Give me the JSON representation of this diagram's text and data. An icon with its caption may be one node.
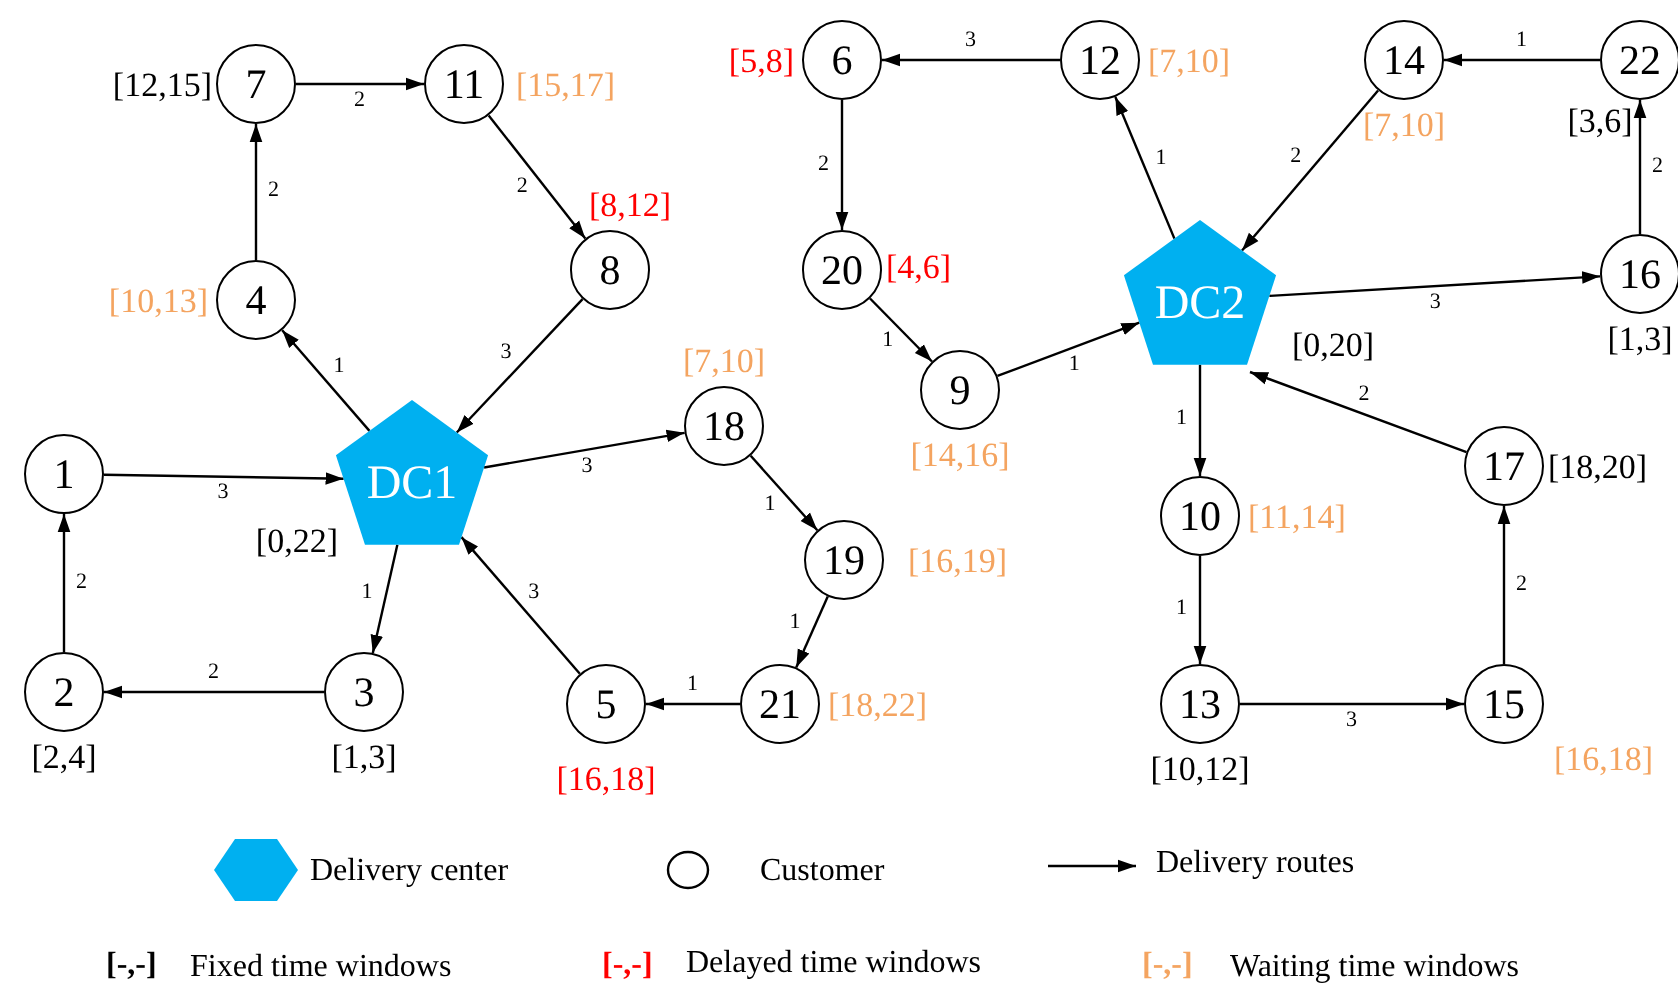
{
  "diagram": {
    "nodes": [
      {
        "text": [
          "1"
        ]
      },
      {
        "text": [
          "2"
        ],
        "beside": [
          "[2,4]"
        ]
      },
      {
        "text": [
          "3"
        ],
        "beside": [
          "[1,3]"
        ]
      },
      {
        "text": [
          "4"
        ],
        "beside": [
          "[10,13]"
        ]
      },
      {
        "text": [
          "5"
        ],
        "beside": [
          "[16,18]"
        ]
      },
      {
        "text": [
          "6"
        ],
        "beside": [
          "[5,8]"
        ]
      },
      {
        "text": [
          "7"
        ],
        "beside": [
          "[12,15]"
        ]
      },
      {
        "text": [
          "8"
        ],
        "beside": [
          "[8,12]"
        ]
      },
      {
        "text": [
          "9"
        ],
        "beside": [
          "[14,16]"
        ]
      },
      {
        "text": [
          "10"
        ],
        "beside": [
          "[11,14]"
        ]
      },
      {
        "text": [
          "11"
        ],
        "beside": [
          "[15,17]"
        ]
      },
      {
        "text": [
          "12"
        ],
        "beside": [
          "[7,10]"
        ]
      },
      {
        "text": [
          "13"
        ],
        "beside": [
          "[10,12]"
        ]
      },
      {
        "text": [
          "14"
        ],
        "beside": [
          "[7,10]"
        ]
      },
      {
        "text": [
          "15"
        ],
        "beside": [
          "[16,18]"
        ]
      },
      {
        "text": [
          "16"
        ],
        "beside": [
          "[1,3]"
        ]
      },
      {
        "text": [
          "17"
        ],
        "beside": [
          "[18,20]"
        ]
      },
      {
        "text": [
          "18"
        ],
        "beside": [
          "[7,10]"
        ]
      },
      {
        "text": [
          "19"
        ],
        "beside": [
          "[16,19]"
        ]
      },
      {
        "text": [
          "20"
        ],
        "beside": [
          "[4,6]"
        ]
      },
      {
        "text": [
          "21"
        ],
        "beside": [
          "[18,22]"
        ]
      },
      {
        "text": [
          "22"
        ],
        "beside": [
          "[3,6]"
        ]
      },
      {
        "text": [
          "DC1"
        ],
        "beside": [
          "[0,22]"
        ]
      },
      {
        "text": [
          "DC2"
        ],
        "beside": [
          "[0,20]"
        ]
      }
    ],
    "edges": [
      {
        "from": 22,
        "to": 3,
        "arrow": "to",
        "label": "1"
      },
      {
        "from": 3,
        "to": 6,
        "arrow": "to",
        "label": "2"
      },
      {
        "from": 6,
        "to": 10,
        "arrow": "to",
        "label": "2"
      },
      {
        "from": 10,
        "to": 7,
        "arrow": "to",
        "label": "2"
      },
      {
        "from": 7,
        "to": 22,
        "arrow": "to",
        "label": "3"
      },
      {
        "from": 22,
        "to": 17,
        "arrow": "to",
        "label": "3"
      },
      {
        "from": 17,
        "to": 18,
        "arrow": "to",
        "label": "1"
      },
      {
        "from": 18,
        "to": 20,
        "arrow": "to",
        "label": "1"
      },
      {
        "from": 20,
        "to": 4,
        "arrow": "to",
        "label": "1"
      },
      {
        "from": 4,
        "to": 22,
        "arrow": "to",
        "label": "3"
      },
      {
        "from": 0,
        "to": 22,
        "arrow": "to",
        "label": "3"
      },
      {
        "from": 22,
        "to": 2,
        "arrow": "to",
        "label": "1"
      },
      {
        "from": 2,
        "to": 1,
        "arrow": "to",
        "label": "2"
      },
      {
        "from": 1,
        "to": 0,
        "arrow": "to",
        "label": "2"
      },
      {
        "from": 23,
        "to": 11,
        "arrow": "to",
        "label": "1"
      },
      {
        "from": 11,
        "to": 5,
        "arrow": "to",
        "label": "3"
      },
      {
        "from": 5,
        "to": 19,
        "arrow": "to",
        "label": "2"
      },
      {
        "from": 19,
        "to": 8,
        "arrow": "to",
        "label": "1"
      },
      {
        "from": 8,
        "to": 23,
        "arrow": "to",
        "label": "1"
      },
      {
        "from": 13,
        "to": 23,
        "arrow": "to",
        "label": "2"
      },
      {
        "from": 21,
        "to": 13,
        "arrow": "to",
        "label": "1"
      },
      {
        "from": 15,
        "to": 21,
        "arrow": "to",
        "label": "2"
      },
      {
        "from": 23,
        "to": 15,
        "arrow": "to",
        "label": "3"
      },
      {
        "from": 23,
        "to": 9,
        "arrow": "to",
        "label": "1"
      },
      {
        "from": 9,
        "to": 12,
        "arrow": "to",
        "label": "1"
      },
      {
        "from": 12,
        "to": 14,
        "arrow": "to",
        "label": "3"
      },
      {
        "from": 14,
        "to": 16,
        "arrow": "to",
        "label": "2"
      },
      {
        "from": 16,
        "to": 23,
        "arrow": "to",
        "label": "2"
      }
    ],
    "labels": [
      "[-,-]",
      "[-,-]",
      "[-,-]"
    ],
    "legend": [
      {
        "text": "Delivery center",
        "color": "#00b0f0"
      },
      {
        "text": "Customer"
      },
      {
        "text": "Delivery routes"
      },
      {
        "text": "Fixed time windows",
        "color": "#000000"
      },
      {
        "text": "Delayed time windows",
        "color": "#ff0000"
      },
      {
        "text": "Waiting time windows",
        "color": "#f4a460"
      }
    ]
  }
}
